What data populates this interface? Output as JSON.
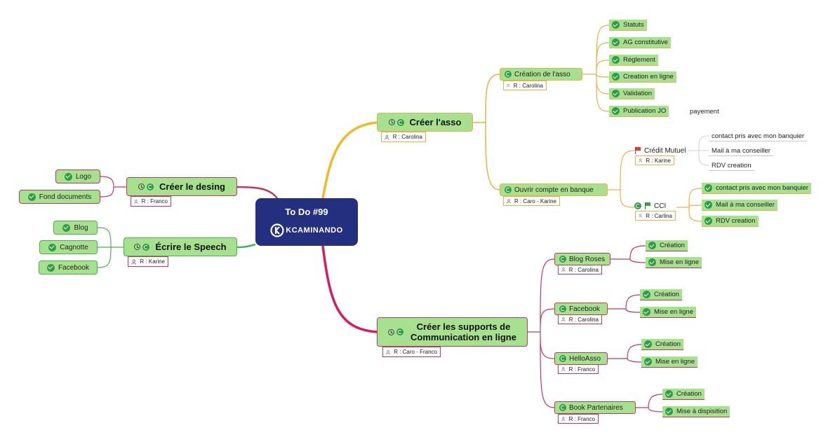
{
  "central": {
    "title": "To Do #99",
    "logo_text": "KCAMINANDO"
  },
  "colors": {
    "central_bg": "#24307f",
    "node_fill": "#a7e08f",
    "pink": "#c0395b",
    "orange": "#e9b04a",
    "green": "#4caf50",
    "check": "#2e9e46"
  },
  "branches": {
    "creer_asso": {
      "label": "Créer l'asso",
      "resource": "R : Carolina",
      "creation_asso": {
        "label": "Création de l'asso",
        "resource": "R : Carolina",
        "items": [
          "Statuts",
          "AG constitutive",
          "Réglement",
          "Creation en ligne",
          "Validation",
          "Publication JO"
        ],
        "note": "payement"
      },
      "ouvrir_compte": {
        "label": "Ouvrir compte en banque",
        "resource": "R : Caro - Karine",
        "credit_mutuel": {
          "label": "Crédit Mutuel",
          "resource": "R : Karine",
          "items": [
            "contact pris avec mon banquier",
            "Mail à ma conseiller",
            "RDV creation"
          ]
        },
        "cci": {
          "label": "CCI",
          "resource": "R : Carlina",
          "items": [
            "contact pris avec mon banquier",
            "Mail à ma conseiller",
            "RDV creation"
          ]
        }
      }
    },
    "creer_desing": {
      "label": "Créer le desing",
      "resource": "R : Franco",
      "items": [
        "Logo",
        "Fond documents"
      ]
    },
    "ecrire_speech": {
      "label": "Écrire le Speech",
      "resource": "R : Karine",
      "items": [
        "Blog",
        "Cagnotte",
        "Facebook"
      ]
    },
    "supports": {
      "label_line1": "Créer les supports de",
      "label_line2": "Communication en ligne",
      "resource": "R : Caro - Franco",
      "blog_roses": {
        "label": "Blog Roses",
        "resource": "R : Carolina",
        "items": [
          "Création",
          "Mise en ligne"
        ]
      },
      "facebook": {
        "label": "Facebook",
        "resource": "R : Carolina",
        "items": [
          "Création",
          "Mise en ligne"
        ]
      },
      "helloasso": {
        "label": "HelloAsso",
        "resource": "R : Franco",
        "items": [
          "Création",
          "Mise en ligne"
        ]
      },
      "book": {
        "label": "Book Partenaires",
        "resource": "R : Franco",
        "items": [
          "Création",
          "Mise à dispisition"
        ]
      }
    }
  }
}
